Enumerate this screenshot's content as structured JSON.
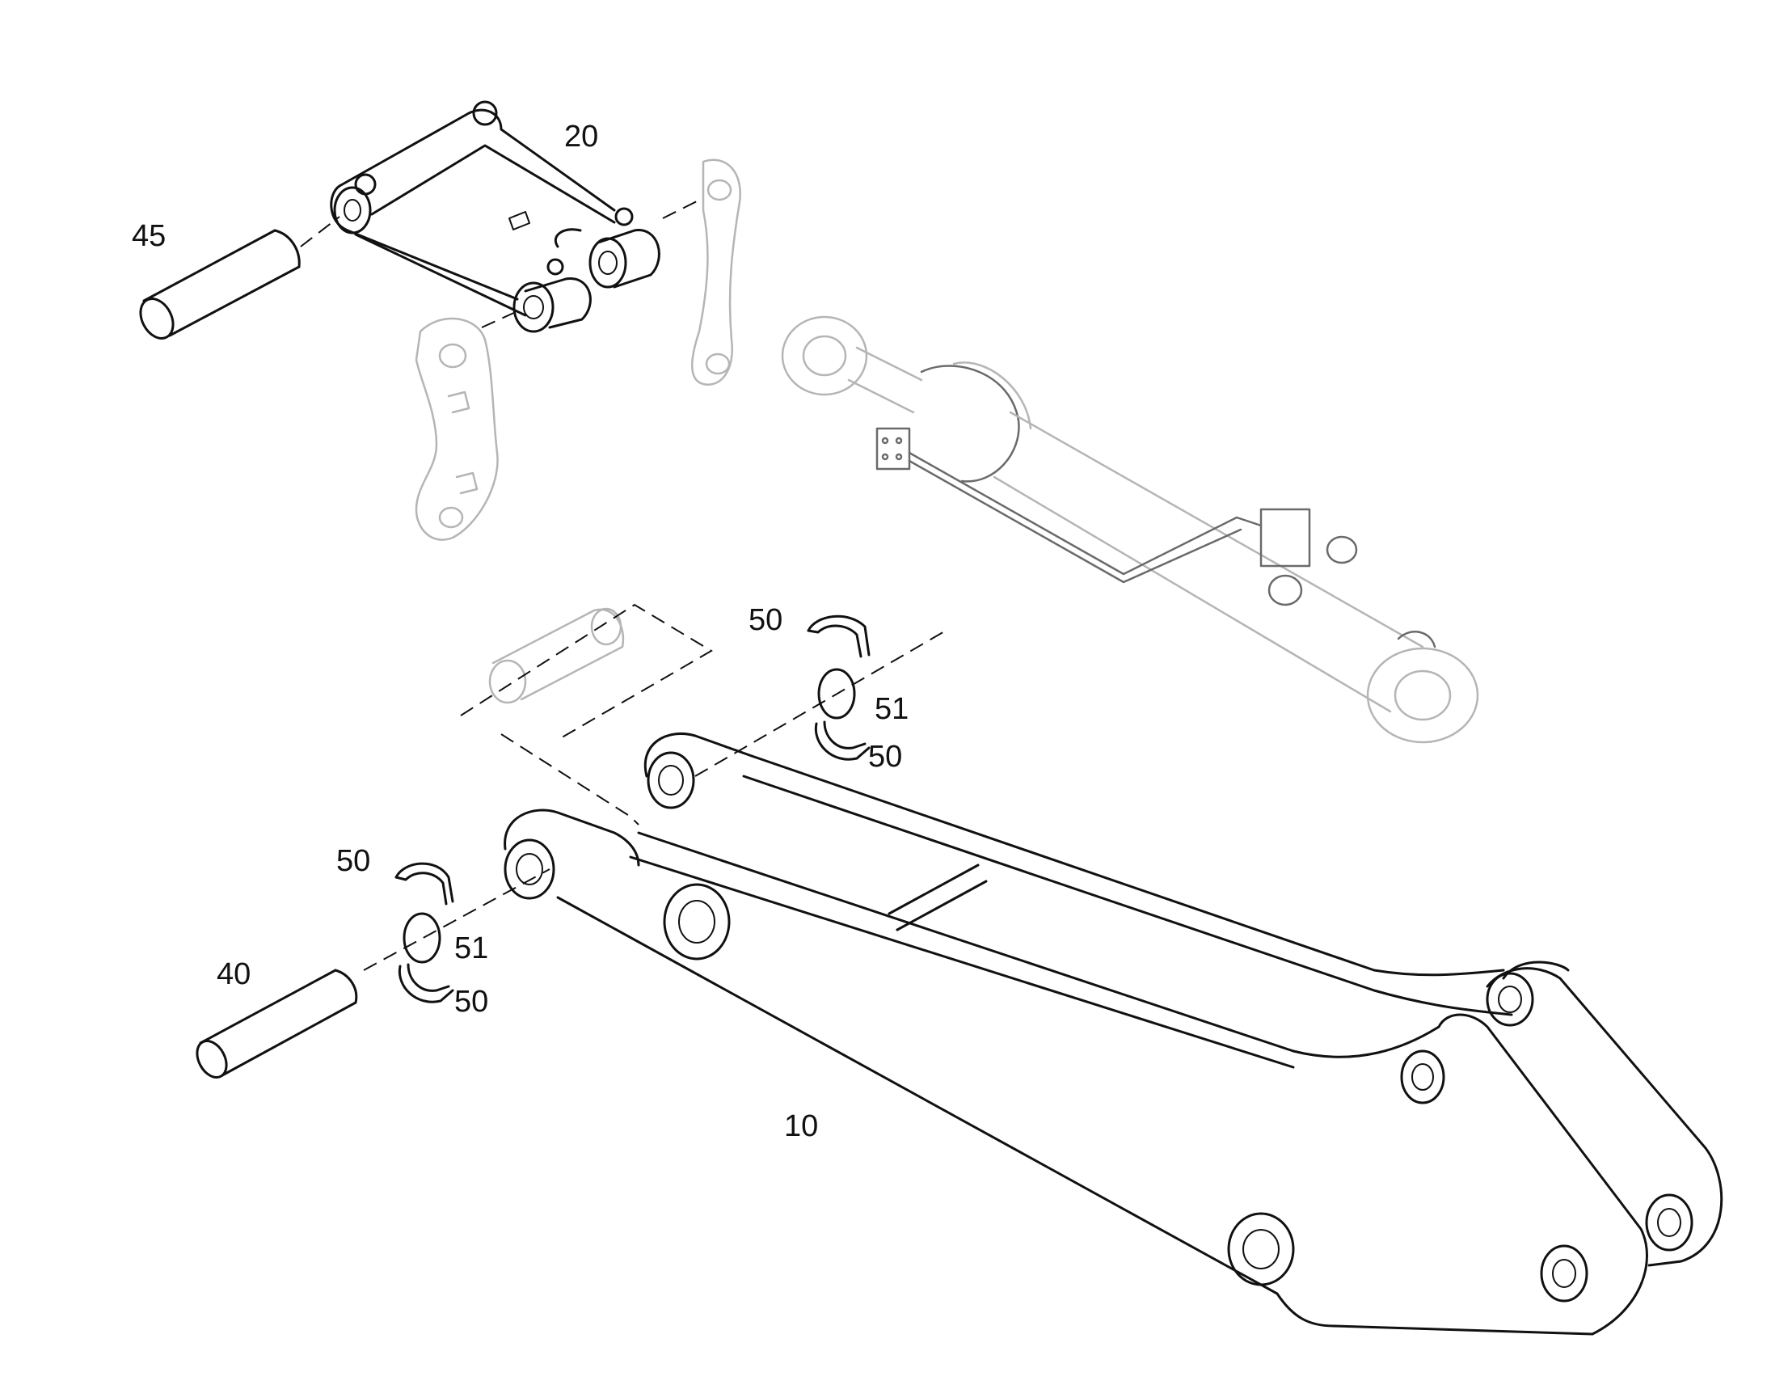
{
  "diagram": {
    "callouts": {
      "boom": "10",
      "link": "20",
      "pin_lower": "40",
      "pin_upper": "45",
      "ring_right_top": "50",
      "ring_right_bottom": "50",
      "ring_left_top": "50",
      "ring_left_bottom": "50",
      "washer_right": "51",
      "washer_left": "51"
    }
  }
}
